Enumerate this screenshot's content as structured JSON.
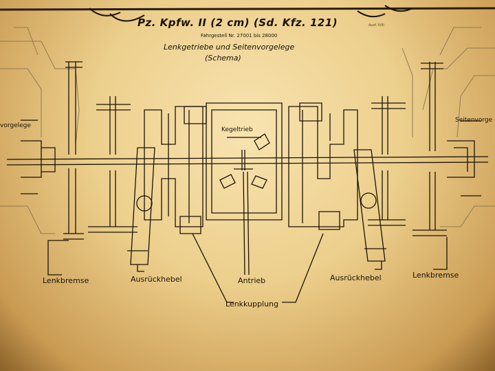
{
  "poster": {
    "title": "Pz. Kpfw. II (2 cm)  (Sd. Kfz. 121)",
    "chassis_numbers": "Fahrgestell Nr. 27001 bis 28000",
    "subtitle_line1": "Lenkgetriebe und Seitenvorgelege",
    "subtitle_line2": "(Schema)",
    "corner_note": "Ausf. II/III"
  },
  "labels": {
    "kegeltrieb": "Kegeltrieb",
    "seitenvorgelege_left": "vorgelege",
    "seitenvorgelege_right": "Seitenvorge",
    "lenkbremse_left": "Lenkbremse",
    "ausrueckhebel_left": "Ausrückhebel",
    "antrieb": "Antrieb",
    "ausrueckhebel_right": "Ausrückhebel",
    "lenkbremse_right": "Lenkbremse",
    "lenkkupplung": "Lenkkupplung"
  },
  "colors": {
    "paper": "#f3dca6",
    "ink": "#1b1208",
    "faded_ink": "#8f7a52",
    "hanging_cord": "#1a120a"
  }
}
